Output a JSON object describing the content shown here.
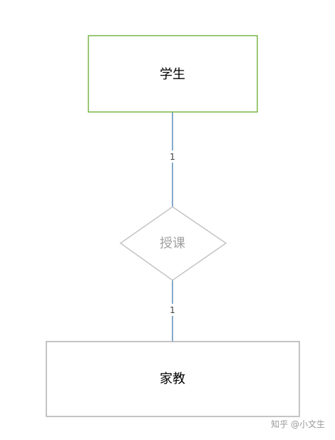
{
  "diagram": {
    "entities": {
      "student": {
        "label": "学生",
        "border_color": "#7ab648"
      },
      "tutor": {
        "label": "家教",
        "border_color": "#b0b0b0"
      }
    },
    "relationship": {
      "label": "授课",
      "border_color": "#c4c4c4"
    },
    "connectors": {
      "line_color": "#5b8db8",
      "student_cardinality": "1",
      "tutor_cardinality": "1"
    }
  },
  "watermark": "知乎 @小文生"
}
